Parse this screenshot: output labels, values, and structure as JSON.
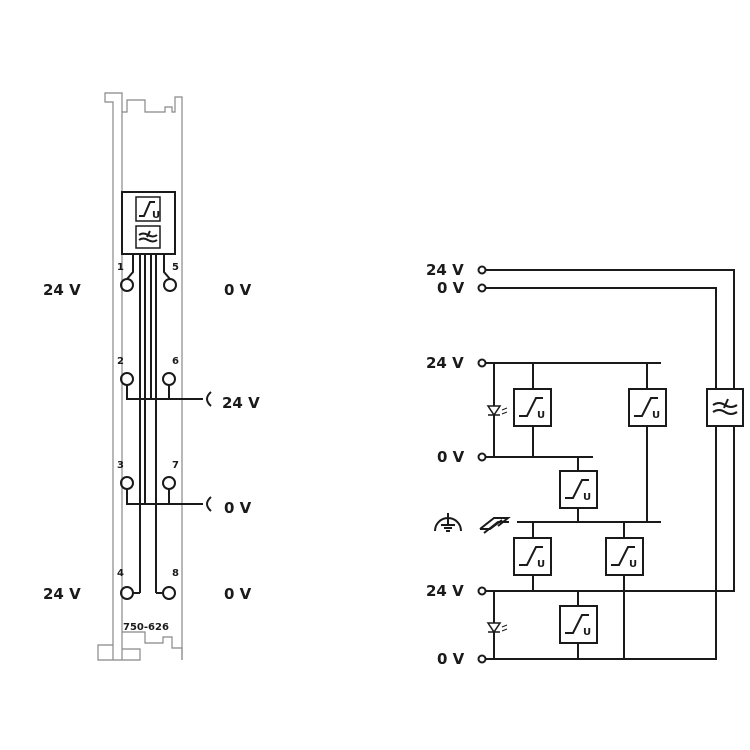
{
  "module": {
    "part_number": "750-626",
    "terminal_numbers": [
      "1",
      "2",
      "3",
      "4",
      "5",
      "6",
      "7",
      "8"
    ],
    "left_labels": [
      "24 V",
      "24 V"
    ],
    "right_labels": [
      "0 V",
      "24 V",
      "0 V",
      "0 V"
    ]
  },
  "schematic": {
    "labels": [
      "24 V",
      "0 V",
      "24 V",
      "0 V",
      "24 V",
      "0 V"
    ]
  }
}
